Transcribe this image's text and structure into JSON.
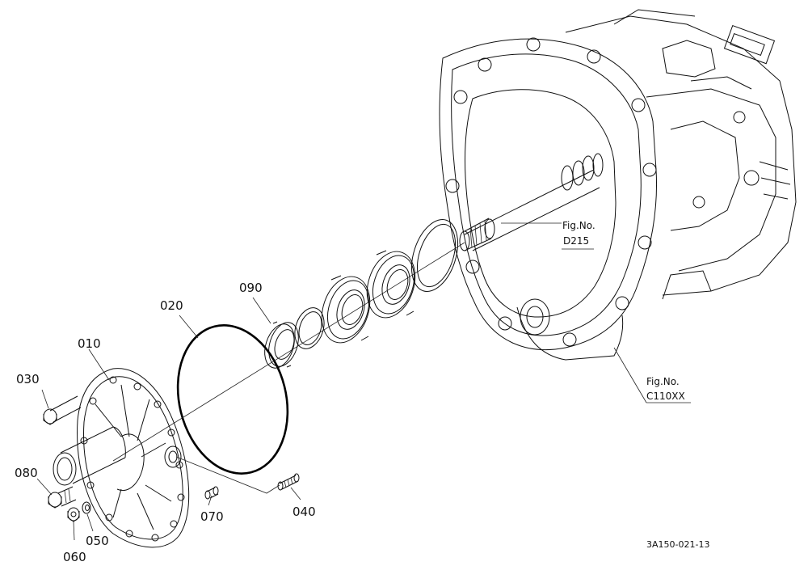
{
  "callouts": {
    "p010": "010",
    "p020": "020",
    "p030": "030",
    "p040": "040",
    "p050": "050",
    "p060": "060",
    "p070": "070",
    "p080": "080",
    "p090": "090"
  },
  "figure_refs": {
    "ref1_line1": "Fig.No.",
    "ref1_line2": "D215",
    "ref2_line1": "Fig.No.",
    "ref2_line2": "C110XX"
  },
  "drawing_code": "3A150-021-13"
}
